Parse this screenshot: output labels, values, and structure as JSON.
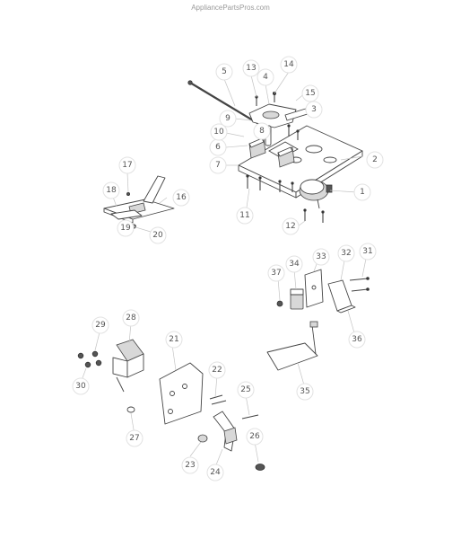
{
  "header": {
    "site_url": "AppliancePartsPros.com"
  },
  "callouts": [
    {
      "id": "c1",
      "label": "1"
    },
    {
      "id": "c2",
      "label": "2"
    },
    {
      "id": "c3",
      "label": "3"
    },
    {
      "id": "c4",
      "label": "4"
    },
    {
      "id": "c5",
      "label": "5"
    },
    {
      "id": "c6",
      "label": "6"
    },
    {
      "id": "c7",
      "label": "7"
    },
    {
      "id": "c8",
      "label": "8"
    },
    {
      "id": "c9",
      "label": "9"
    },
    {
      "id": "c10",
      "label": "10"
    },
    {
      "id": "c11",
      "label": "11"
    },
    {
      "id": "c12",
      "label": "12"
    },
    {
      "id": "c13",
      "label": "13"
    },
    {
      "id": "c14",
      "label": "14"
    },
    {
      "id": "c15",
      "label": "15"
    },
    {
      "id": "c16",
      "label": "16"
    },
    {
      "id": "c17",
      "label": "17"
    },
    {
      "id": "c18",
      "label": "18"
    },
    {
      "id": "c19",
      "label": "19"
    },
    {
      "id": "c20",
      "label": "20"
    },
    {
      "id": "c21",
      "label": "21"
    },
    {
      "id": "c22",
      "label": "22"
    },
    {
      "id": "c23",
      "label": "23"
    },
    {
      "id": "c24",
      "label": "24"
    },
    {
      "id": "c25",
      "label": "25"
    },
    {
      "id": "c26",
      "label": "26"
    },
    {
      "id": "c27",
      "label": "27"
    },
    {
      "id": "c28",
      "label": "28"
    },
    {
      "id": "c29",
      "label": "29"
    },
    {
      "id": "c30",
      "label": "30"
    },
    {
      "id": "c31",
      "label": "31"
    },
    {
      "id": "c32",
      "label": "32"
    },
    {
      "id": "c33",
      "label": "33"
    },
    {
      "id": "c34",
      "label": "34"
    },
    {
      "id": "c35",
      "label": "35"
    },
    {
      "id": "c36",
      "label": "36"
    },
    {
      "id": "c37",
      "label": "37"
    }
  ]
}
